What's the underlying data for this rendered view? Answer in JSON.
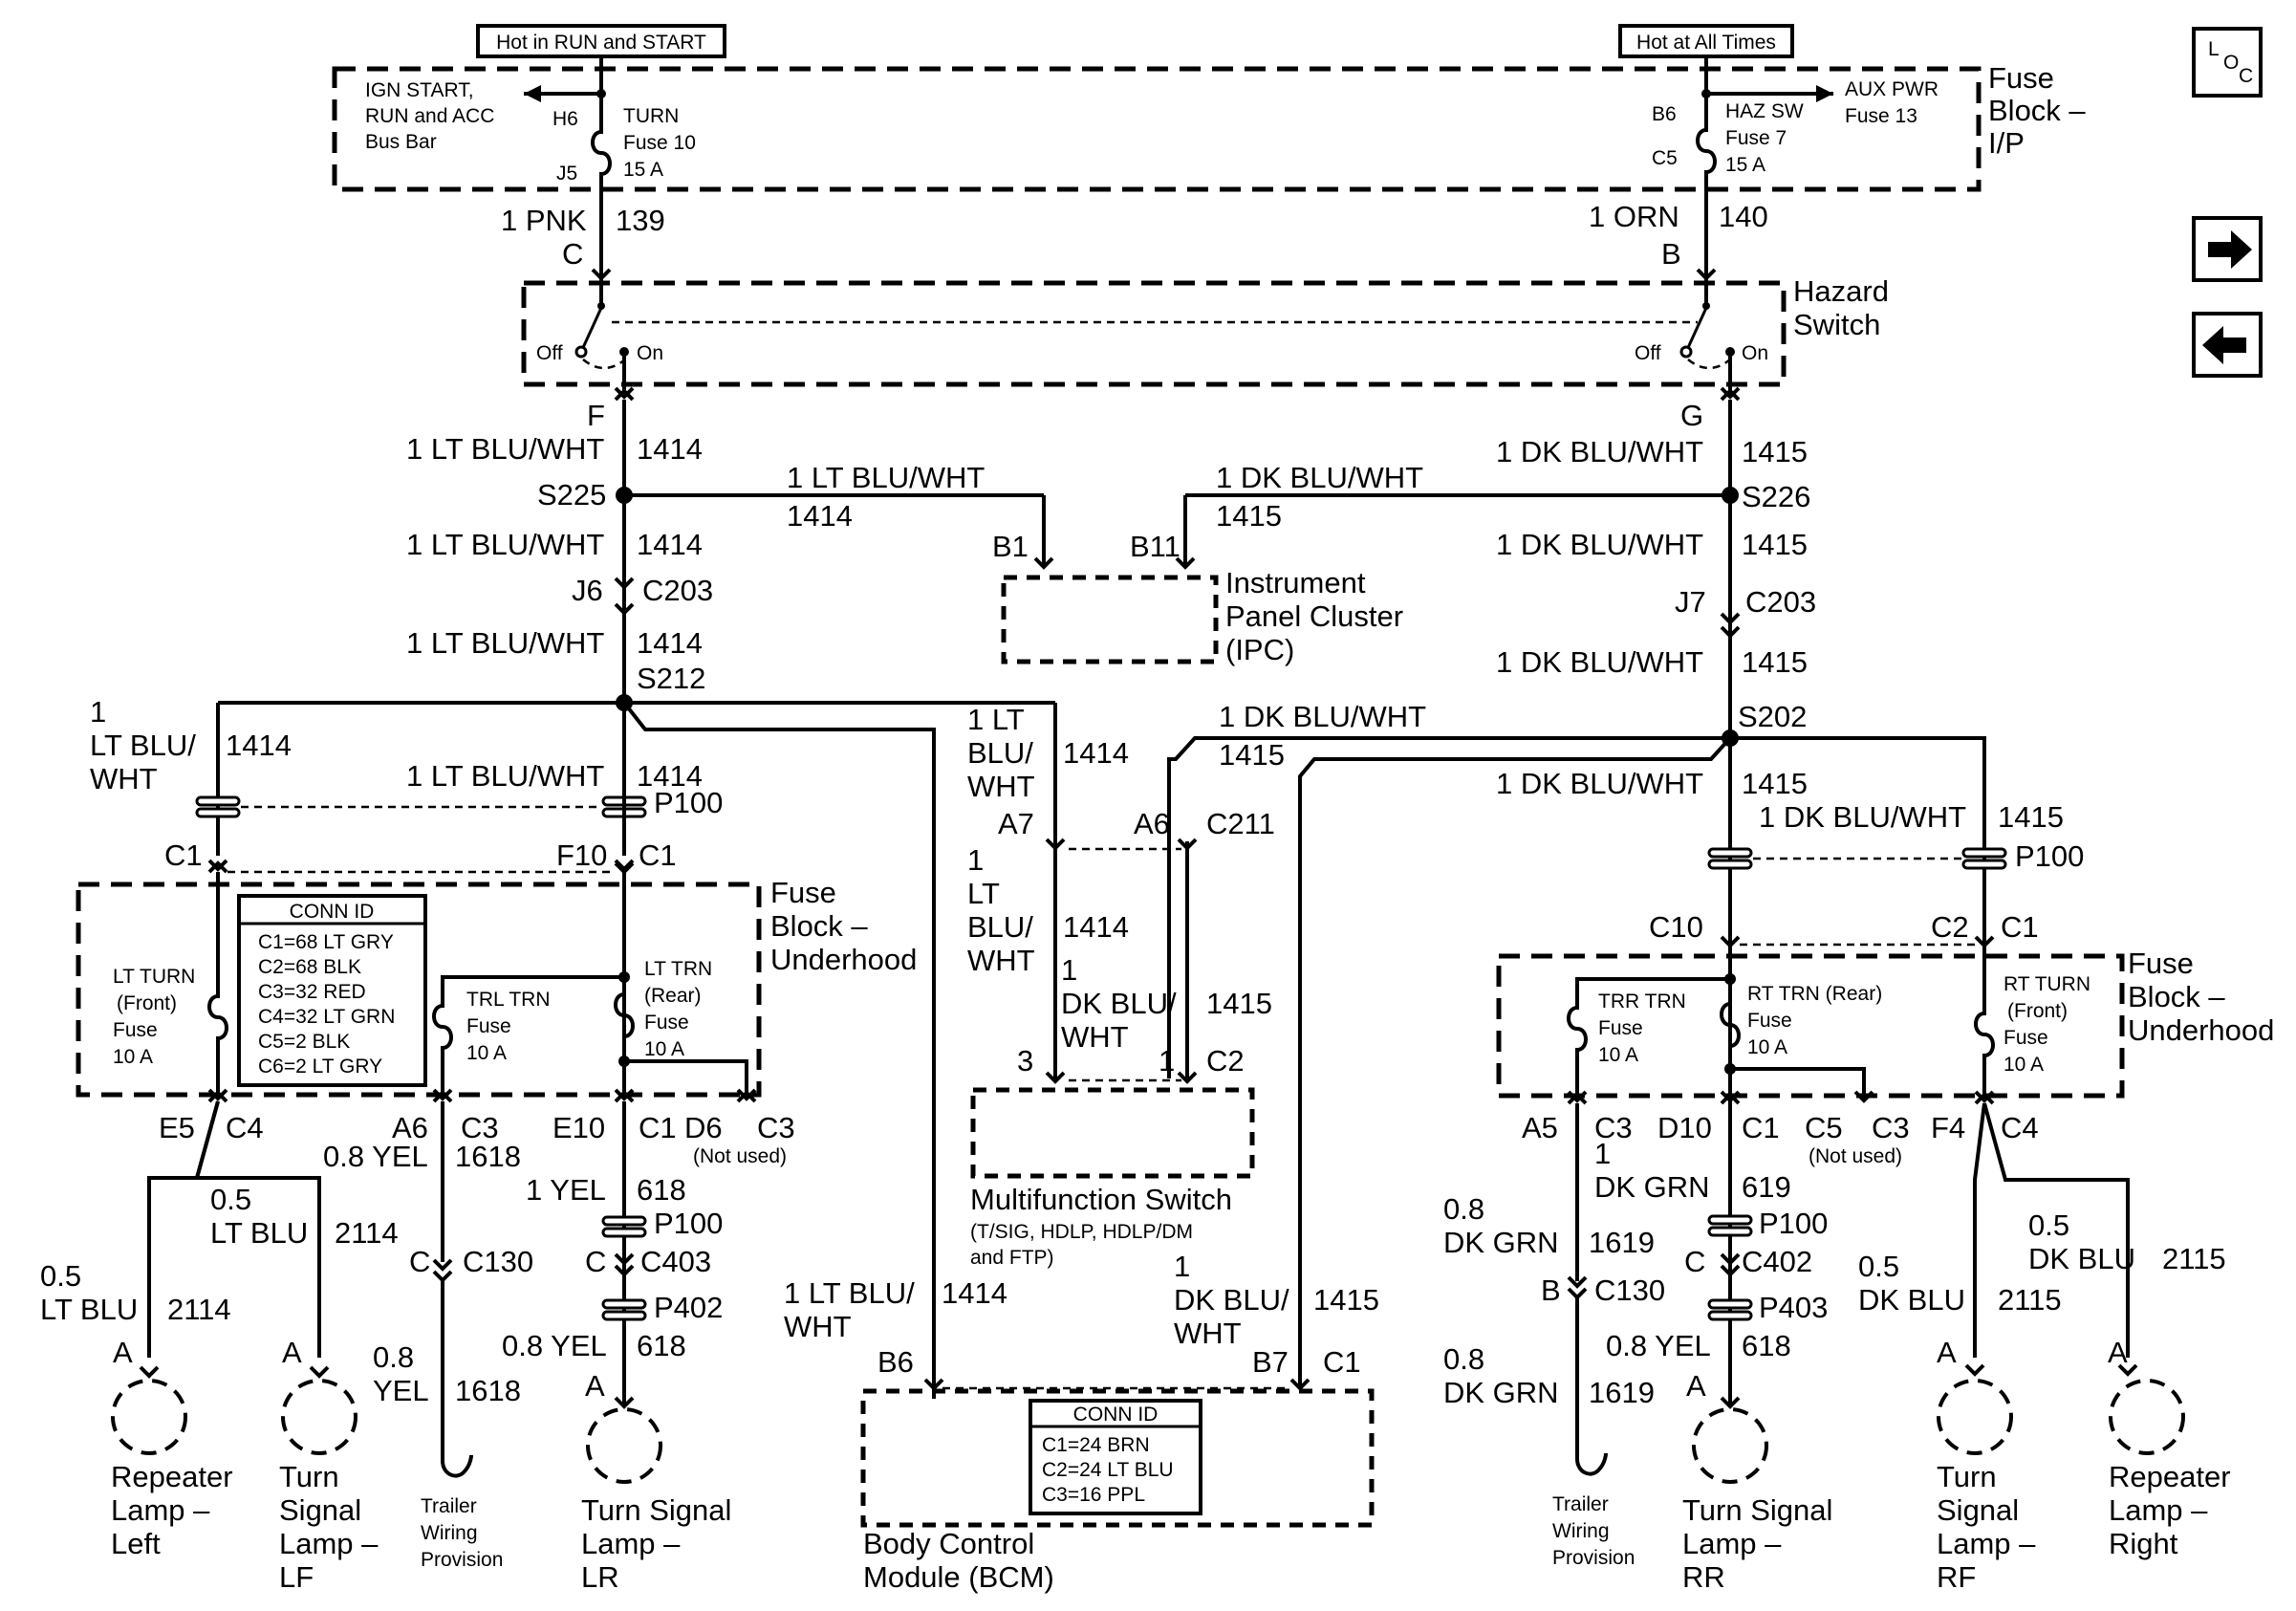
{
  "page_label": {
    "top_left_box": "Hot in RUN and START",
    "top_right_box": "Hot at All Times"
  },
  "nav": {
    "loc_l": "L",
    "loc_o": "O",
    "loc_c": "C",
    "next": "🡆",
    "prev": "🡄"
  },
  "fuse_block_ip": {
    "title": [
      "Fuse",
      "Block –",
      "I/P"
    ],
    "ign_bus": [
      "IGN START,",
      "RUN and ACC",
      "Bus Bar"
    ],
    "h6": "H6",
    "j5": "J5",
    "turn_fuse": [
      "TURN",
      "Fuse 10",
      "15 A"
    ],
    "b6": "B6",
    "c5": "C5",
    "haz_fuse": [
      "HAZ SW",
      "Fuse 7",
      "15 A"
    ],
    "aux": [
      "AUX PWR",
      "Fuse 13"
    ]
  },
  "wires_top": {
    "left_wire": "1 PNK",
    "left_circuit": "139",
    "left_pin": "C",
    "right_wire": "1 ORN",
    "right_circuit": "140",
    "right_pin": "B"
  },
  "hazard_switch": {
    "title": [
      "Hazard",
      "Switch"
    ],
    "off_l": "Off",
    "on_l": "On",
    "off_r": "Off",
    "on_r": "On",
    "pin_f": "F",
    "pin_g": "G"
  },
  "left_trunk": {
    "w1": "1 LT BLU/WHT",
    "c1": "1414",
    "splice1": "S225",
    "w2": "1 LT BLU/WHT",
    "c2": "1414",
    "conn": "J6",
    "conn_id": "C203",
    "w3": "1 LT BLU/WHT",
    "c3": "1414",
    "splice2": "S212"
  },
  "right_trunk": {
    "w1": "1 DK BLU/WHT",
    "c1": "1415",
    "splice1": "S226",
    "w2": "1 DK BLU/WHT",
    "c2": "1415",
    "conn": "J7",
    "conn_id": "C203",
    "w3": "1 DK BLU/WHT",
    "c3": "1415",
    "splice2": "S202"
  },
  "ipc": {
    "wire_l": "1 LT BLU/WHT",
    "circ_l": "1414",
    "wire_r": "1 DK BLU/WHT",
    "circ_r": "1415",
    "pin_l": "B1",
    "pin_r": "B11",
    "title": [
      "Instrument",
      "Panel Cluster",
      "(IPC)"
    ]
  },
  "left_fuse_area": {
    "wire_a": [
      "1",
      "LT BLU/",
      "WHT"
    ],
    "circ_a": "1414",
    "wire_b": "1 LT BLU/WHT",
    "circ_b": "1414",
    "p100": "P100",
    "c1_l": "C1",
    "f10": "F10",
    "c1_r": "C1",
    "block_title": [
      "Fuse",
      "Block –",
      "Underhood"
    ],
    "lt_turn_front": [
      "LT TURN",
      "(Front)",
      "Fuse",
      "10 A"
    ],
    "conn_id_title": "CONN ID",
    "conn_ids": [
      "C1=68 LT GRY",
      "C2=68 BLK",
      "C3=32 RED",
      "C4=32 LT GRN",
      "C5=2 BLK",
      "C6=2 LT GRY"
    ],
    "trl_trn": [
      "TRL TRN",
      "Fuse",
      "10 A"
    ],
    "lt_trn_rear": [
      "LT TRN",
      "(Rear)",
      "Fuse",
      "10 A"
    ],
    "e5": "E5",
    "c4": "C4",
    "a6": "A6",
    "c3": "C3",
    "e10": "E10",
    "c1b": "C1",
    "d6": "D6",
    "c3b": "C3",
    "not_used": "(Not used)"
  },
  "left_outputs": {
    "w_ttl": "0.8 YEL",
    "c_ttl": "1618",
    "w_rep": [
      "0.5",
      "LT BLU"
    ],
    "c_rep": "2114",
    "w_rep2": [
      "0.5",
      "LT BLU"
    ],
    "c_rep2": "2114",
    "c_pin": "C",
    "c130": "C130",
    "w_ttl2": [
      "0.8",
      "YEL"
    ],
    "c_ttl2": "1618",
    "w_lr": "1 YEL",
    "c_lr": "618",
    "p100": "P100",
    "c_pin2": "C",
    "c403": "C403",
    "p402": "P402",
    "w_lr2": "0.8 YEL",
    "c_lr2": "618",
    "a1": "A",
    "a2": "A",
    "a3": "A",
    "repeater_left": [
      "Repeater",
      "Lamp –",
      "Left"
    ],
    "turn_lf": [
      "Turn",
      "Signal",
      "Lamp –",
      "LF"
    ],
    "trailer": [
      "Trailer",
      "Wiring",
      "Provision"
    ],
    "turn_lr": [
      "Turn Signal",
      "Lamp –",
      "LR"
    ]
  },
  "multifunction": {
    "wire_l": [
      "1 LT",
      "BLU/",
      "WHT"
    ],
    "circ_l": "1414",
    "wire_top": "1 DK BLU/WHT",
    "circ_top": "1415",
    "a7": "A7",
    "a6": "A6",
    "c211": "C211",
    "wire_l2": [
      "1",
      "LT",
      "BLU/",
      "WHT"
    ],
    "circ_l2": "1414",
    "wire_r2": [
      "1",
      "DK BLU/",
      "WHT"
    ],
    "circ_r2": "1415",
    "pin3": "3",
    "pin1": "1",
    "c2": "C2",
    "title": "Multifunction Switch",
    "subtitle": [
      "(T/SIG, HDLP, HDLP/DM",
      "and FTP)"
    ]
  },
  "bcm": {
    "wire_l": [
      "1 LT BLU/",
      "WHT"
    ],
    "circ_l": "1414",
    "wire_r": [
      "1",
      "DK BLU/",
      "WHT"
    ],
    "circ_r": "1415",
    "b6": "B6",
    "b7": "B7",
    "c1": "C1",
    "conn_id_title": "CONN ID",
    "conn_ids": [
      "C1=24 BRN",
      "C2=24 LT BLU",
      "C3=16 PPL"
    ],
    "title": [
      "Body Control",
      "Module (BCM)"
    ]
  },
  "right_fuse_area": {
    "w1": "1 DK BLU/WHT",
    "c1": "1415",
    "w2": "1 DK BLU/WHT",
    "c2": "1415",
    "p100": "P100",
    "c10": "C10",
    "c2pin": "C2",
    "c1pin": "C1",
    "block_title": [
      "Fuse",
      "Block –",
      "Underhood"
    ],
    "trr_trn": [
      "TRR TRN",
      "Fuse",
      "10 A"
    ],
    "rt_trn_rear": [
      "RT TRN (Rear)",
      "Fuse",
      "10 A"
    ],
    "rt_turn_front": [
      "RT TURN",
      "(Front)",
      "Fuse",
      "10 A"
    ],
    "a5": "A5",
    "c3": "C3",
    "d10": "D10",
    "c1b": "C1",
    "c5": "C5",
    "c3b": "C3",
    "f4": "F4",
    "c4": "C4",
    "not_used": "(Not used)"
  },
  "right_outputs": {
    "w_ttl": [
      "0.8",
      "DK GRN"
    ],
    "c_ttl": "1619",
    "w_rr": [
      "1",
      "DK GRN"
    ],
    "c_rr": "619",
    "p100": "P100",
    "c_pin": "C",
    "c402": "C402",
    "b_pin": "B",
    "c130": "C130",
    "p403": "P403",
    "w_ttl2": [
      "0.8",
      "DK GRN"
    ],
    "c_ttl2": "1619",
    "w_rr2": "0.8 YEL",
    "c_rr2": "618",
    "w_rf": [
      "0.5",
      "DK BLU"
    ],
    "c_rf": "2115",
    "w_rep": [
      "0.5",
      "DK BLU"
    ],
    "c_rep": "2115",
    "a1": "A",
    "a2": "A",
    "a3": "A",
    "trailer": [
      "Trailer",
      "Wiring",
      "Provision"
    ],
    "turn_rr": [
      "Turn Signal",
      "Lamp –",
      "RR"
    ],
    "turn_rf": [
      "Turn",
      "Signal",
      "Lamp –",
      "RF"
    ],
    "repeater_right": [
      "Repeater",
      "Lamp –",
      "Right"
    ]
  }
}
